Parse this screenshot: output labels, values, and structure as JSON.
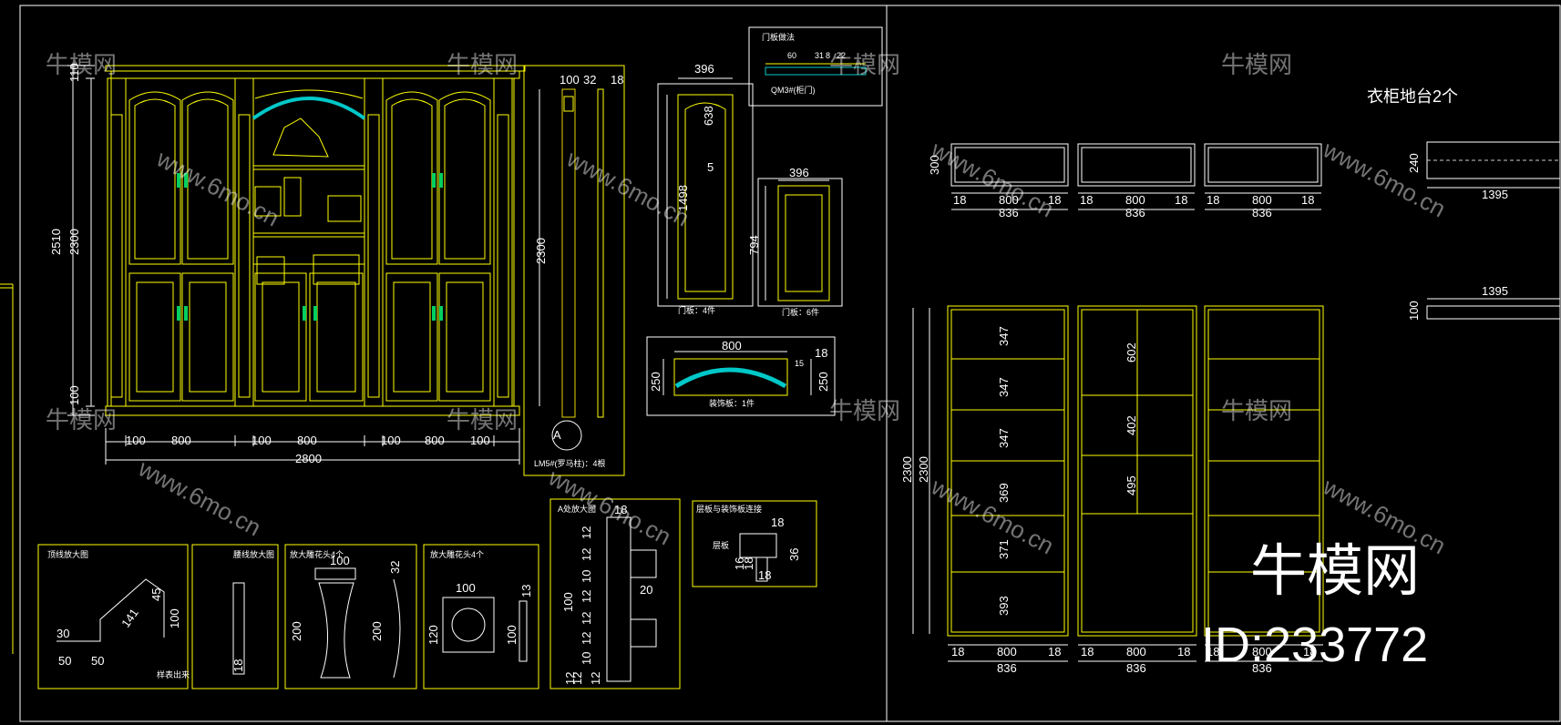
{
  "drawing": {
    "colors": {
      "background": "#000000",
      "frame": "#ffff00",
      "dimension": "#ffffff",
      "accent_cyan": "#00c8c8",
      "handle_green": "#00d060"
    },
    "main_elevation": {
      "overall_width": "2800",
      "bottom_dims": [
        "100",
        "800",
        "100",
        "800",
        "100",
        "800",
        "100"
      ],
      "height_total": "2510",
      "height_body": "2300",
      "height_top": "110",
      "height_base": "100"
    },
    "column_detail": {
      "height": "2300",
      "top_dims": [
        "100",
        "32",
        "18"
      ],
      "marker": "A",
      "caption": "LM5#(罗马柱)：4根"
    },
    "door_glass": {
      "width": "396",
      "height": "1498",
      "caption": "门板：4件",
      "mid_label": "5",
      "top_label": "638"
    },
    "door_panel": {
      "width": "396",
      "height": "794",
      "caption": "门板：6件"
    },
    "door_note": {
      "title": "门板做法",
      "dims": [
        "60",
        "31",
        "8",
        "22"
      ],
      "caption": "QM3#(柜门)"
    },
    "deco_board": {
      "width": "800",
      "height": "250",
      "height_right": "250",
      "thick": "18",
      "offset": "15",
      "caption": "装饰板：1件"
    },
    "top_right_title": "衣柜地台2个",
    "plinths": [
      {
        "height": "300",
        "inner": "800",
        "side": "18",
        "side_r": "18",
        "total": "836"
      },
      {
        "height": "",
        "inner": "800",
        "side": "18",
        "side_r": "18",
        "total": "836"
      },
      {
        "height": "",
        "inner": "800",
        "side": "18",
        "side_r": "18",
        "total": "836"
      }
    ],
    "plinth_side": {
      "height": "240",
      "width": "1395"
    },
    "plinth_side2": {
      "height": "100",
      "width": "1395"
    },
    "wardrobes": [
      {
        "height": "2300",
        "height2": "2300",
        "shelves": [
          "347",
          "347",
          "347",
          "369",
          "371",
          "393"
        ],
        "inner": "800",
        "side": "18",
        "side_r": "18",
        "total": "836"
      },
      {
        "shelves": [
          "602",
          "402",
          "495"
        ],
        "inner": "800",
        "side": "18",
        "side_r": "18",
        "total": "836"
      },
      {
        "shelves": [],
        "inner": "800",
        "side": "18",
        "side_r": "18",
        "total": "836"
      }
    ],
    "details": [
      {
        "title": "顶线放大图",
        "dims": [
          "50",
          "30",
          "50",
          "141",
          "100",
          "45"
        ],
        "note": "样表出来"
      },
      {
        "title": "腰线放大图",
        "dims": [
          "18"
        ]
      },
      {
        "title": "放大雕花头4个",
        "dims": [
          "100",
          "32",
          "200",
          "200"
        ]
      },
      {
        "title": "放大雕花头4个",
        "dims": [
          "100",
          "13",
          "120",
          "100"
        ]
      },
      {
        "title": "A处放大图",
        "dims": [
          "18",
          "12",
          "12",
          "10",
          "12",
          "12",
          "12",
          "10",
          "12",
          "12",
          "100",
          "20",
          "12"
        ]
      },
      {
        "title": "层板与装饰板连接",
        "dims": [
          "18",
          "36",
          "18",
          "16",
          "18"
        ],
        "note": "层板"
      }
    ],
    "watermark": {
      "brand": "牛模网",
      "id": "ID:233772",
      "site": "www.6mo.cn"
    }
  }
}
